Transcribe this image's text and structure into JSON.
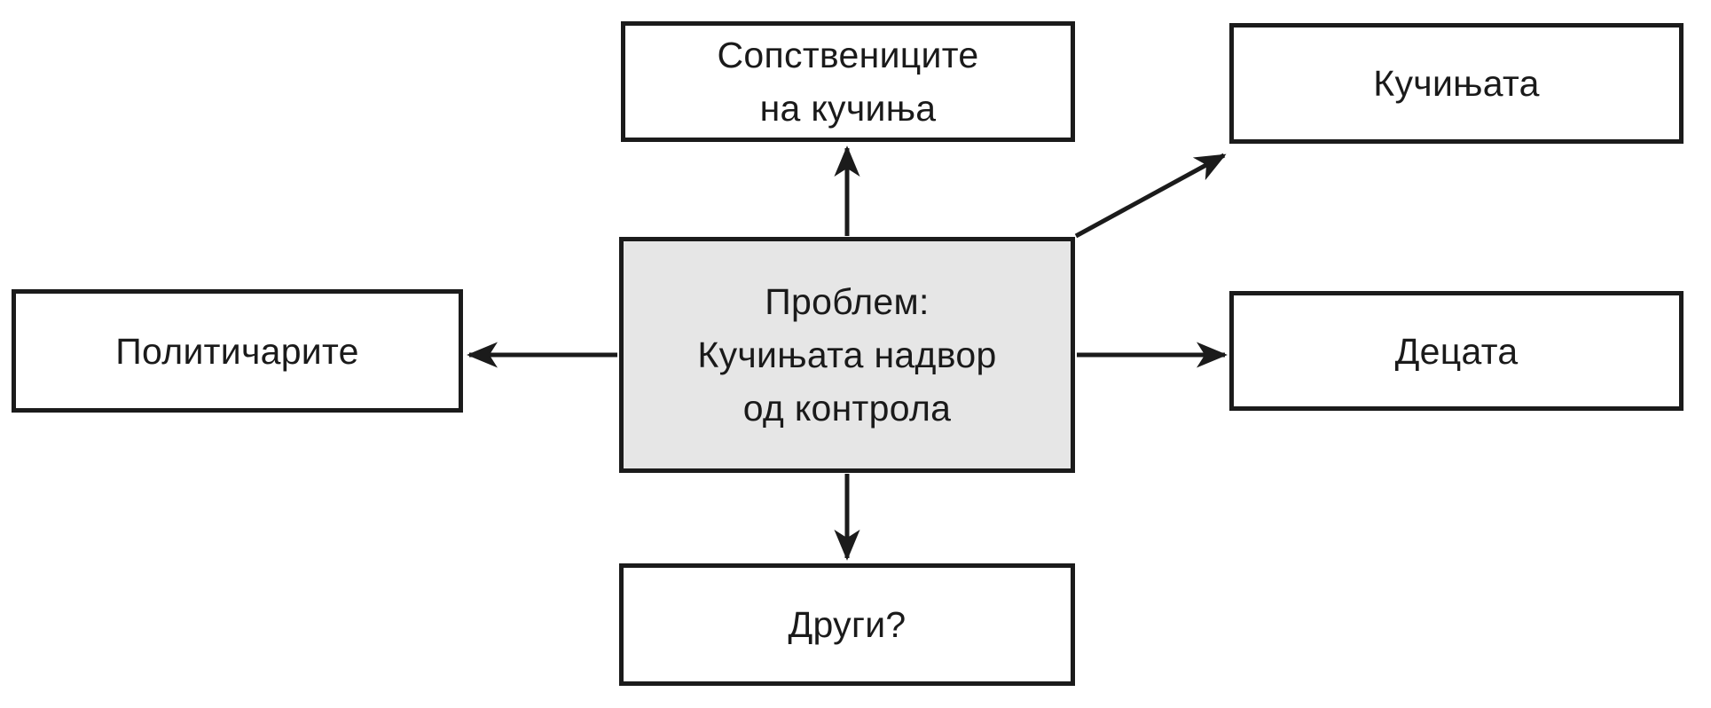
{
  "diagram": {
    "title_hint": "cause-effect brainstorm diagram",
    "colors": {
      "line": "#1b1b1b",
      "node_fill": "#ffffff",
      "problem_fill": "#e6e6e6",
      "text": "#1a1a1a"
    },
    "nodes": {
      "problem": {
        "label": "Проблем:\nКучињата надвор\nод контрола"
      },
      "dog_owners": {
        "label": "Сопствениците\nна кучиња"
      },
      "dogs": {
        "label": "Кучињата"
      },
      "politicians": {
        "label": "Политичарите"
      },
      "children": {
        "label": "Децата"
      },
      "others": {
        "label": "Други?"
      }
    },
    "edges": [
      {
        "from": "problem",
        "to": "dog_owners",
        "direction": "up"
      },
      {
        "from": "problem",
        "to": "dogs",
        "direction": "up-right"
      },
      {
        "from": "problem",
        "to": "politicians",
        "direction": "left"
      },
      {
        "from": "problem",
        "to": "children",
        "direction": "right"
      },
      {
        "from": "problem",
        "to": "others",
        "direction": "down"
      }
    ]
  }
}
